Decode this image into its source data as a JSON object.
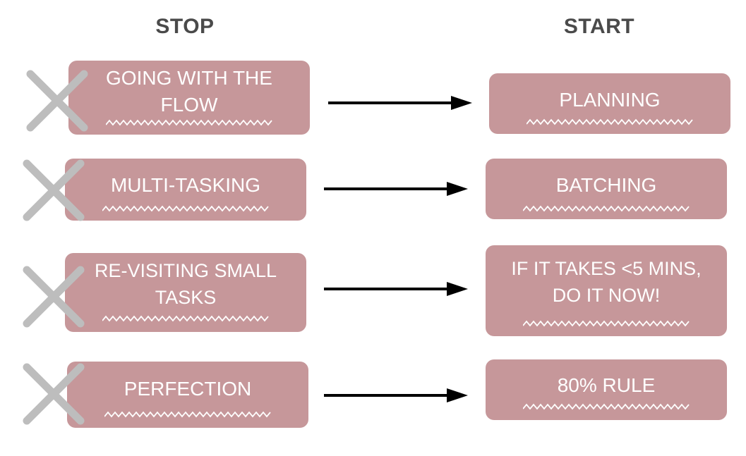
{
  "headings": {
    "stop": "STOP",
    "start": "START"
  },
  "rows": [
    {
      "stop": "GOING WITH THE\nFLOW",
      "start": "PLANNING"
    },
    {
      "stop": "MULTI-TASKING",
      "start": "BATCHING"
    },
    {
      "stop": "RE-VISITING SMALL\nTASKS",
      "start": "IF IT TAKES <5 MINS,\nDO IT NOW!"
    },
    {
      "stop": "PERFECTION",
      "start": "80% RULE"
    }
  ],
  "colors": {
    "card": "#c6979a",
    "cross": "#bdbdbd",
    "arrow": "#000000",
    "heading": "#4a4a4a",
    "text": "#ffffff"
  },
  "icons": {
    "cross": "cross-icon",
    "arrow": "arrow-right-icon",
    "squiggle": "squiggle-underline"
  }
}
